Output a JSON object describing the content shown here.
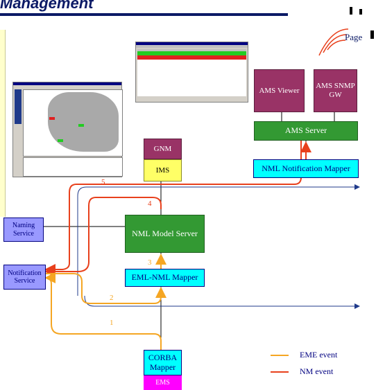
{
  "header": {
    "title": "Management"
  },
  "pager": {
    "label": "Page"
  },
  "nodes": {
    "ams_viewer": "AMS Viewer",
    "ams_snmp_gw": "AMS SNMP GW",
    "ams_server": "AMS Server",
    "nml_notification_mapper": "NML Notification Mapper",
    "gnm": "GNM",
    "ims": "IMS",
    "nml_model_server": "NML Model Server",
    "eml_nml_mapper": "EML-NML Mapper",
    "corba_mapper": "CORBA Mapper",
    "ems": "EMS",
    "naming_service": "Naming Service",
    "notification_service": "Notification Service"
  },
  "steps": [
    "1",
    "2",
    "3",
    "4",
    "5"
  ],
  "legend": {
    "eme_event": "EME event",
    "nm_event": "NM event"
  },
  "colors": {
    "eme_event": "#F5A623",
    "nm_event": "#E8401C",
    "bus": "#1F3A8A"
  }
}
